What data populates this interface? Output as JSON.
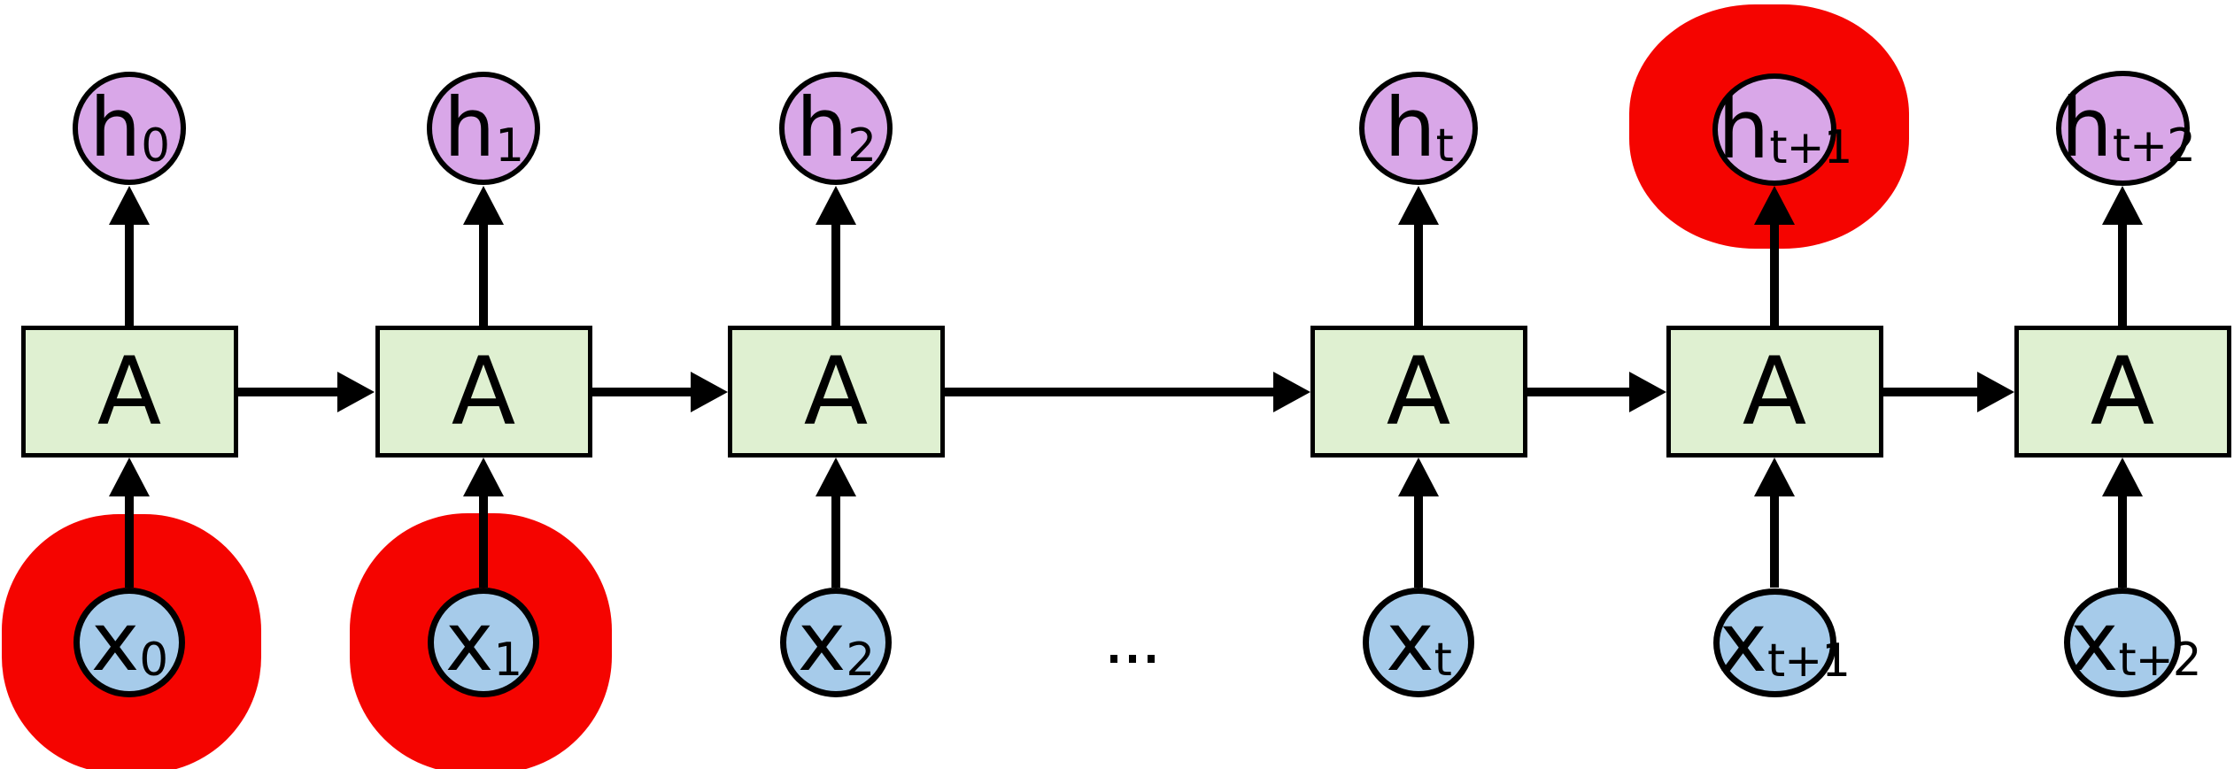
{
  "diagram_type": "unrolled recurrent neural network",
  "colors": {
    "background": "#ffffff",
    "stroke": "#000000",
    "cell_fill": "#dff0d1",
    "hidden_fill": "#d9a7e8",
    "input_fill": "#a6cbea",
    "highlight": "#f50400"
  },
  "columns": [
    {
      "cell": "A",
      "h_base": "h",
      "h_sub": "0",
      "x_base": "x",
      "x_sub": "0"
    },
    {
      "cell": "A",
      "h_base": "h",
      "h_sub": "1",
      "x_base": "x",
      "x_sub": "1"
    },
    {
      "cell": "A",
      "h_base": "h",
      "h_sub": "2",
      "x_base": "x",
      "x_sub": "2"
    },
    {
      "cell": "A",
      "h_base": "h",
      "h_sub": "t",
      "x_base": "x",
      "x_sub": "t"
    },
    {
      "cell": "A",
      "h_base": "h",
      "h_sub": "t+1",
      "x_base": "x",
      "x_sub": "t+1"
    },
    {
      "cell": "A",
      "h_base": "h",
      "h_sub": "t+2",
      "x_base": "x",
      "x_sub": "t+2"
    }
  ],
  "ellipsis": "...",
  "highlights": {
    "shape": "red blob",
    "highlighted_nodes": [
      "x0",
      "x1",
      "h t+1"
    ]
  }
}
